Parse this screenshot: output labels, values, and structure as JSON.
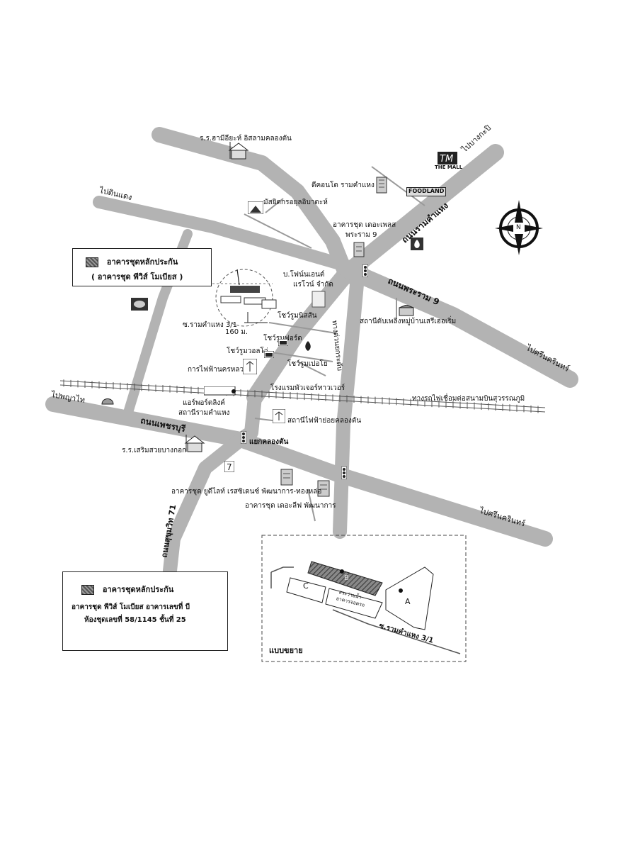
{
  "roads": {
    "ramkhamhaeng": "ถนนรามคำแหง",
    "rama9": "ถนนพระราม 9",
    "phetchaburi": "ถนนเพชรบุรี",
    "sukhumvit71": "ถนนสุขุมวิท 71",
    "motorway": "ทางด่วนยกระดับ",
    "railway": "ทางรถไฟเชื่อมต่อสนามบินสุวรรณภูมิ"
  },
  "directions": {
    "to_bangkapi": "ไปบางกะปิ",
    "to_din_daeng": "ไปดินแดง",
    "to_phayathai": "ไปพญาไท",
    "to_srinakarin_1": "ไปศรีนครินทร์",
    "to_srinakarin_2": "ไปศรีนครินทร์"
  },
  "places": {
    "school_islam": "ร.ร.ฮามีอียะห์ อิสลามคลองตัน",
    "mosque": "มัสยิดกรอยุลอิบาดะห์",
    "condo_rk9": "ดีคอนโด รามคำแหง 9",
    "the_mall": "THE MALL",
    "foodland": "FOODLAND",
    "condo_the_place": "อาคารชุด เดอะเพลส",
    "condo_the_place_2": "พระราม 9",
    "bphone": "บ.โฟน์นเอนต์",
    "bphone_2": "แรโวน์ จำกัด",
    "showroom_nissan": "โชว์รูมนิสสัน",
    "fire_station": "สถานีดับเพลิงหมู่บ้านเสรีเฮอเริ่ม",
    "soi_ramkhamhaeng_31": "ซ.รามคำแหง 3/1",
    "distance": "160 ม.",
    "showroom_ford": "โชว์รูมฟอร์ด",
    "showroom_volvo": "โชว์รูมวอลโว่",
    "showroom_toyota": "โชว์รูมเปอโย",
    "mea": "การไฟฟ้านครหลวง",
    "hotel": "โรงแรมพัวเจอร์ทาวเวอร์",
    "airport_link": "แอร์พอร์ตลิงค์",
    "airport_link_2": "สถานีรามคำแหง",
    "substation": "สถานีไฟฟ้าย่อยคลองตัน",
    "klongton_jct": "แยกคลองตัน",
    "school_bangkok": "ร.ร.เสริมสวยบางกอก",
    "condo_u_delight": "อาคารชุด ยูดีไลท์ เรสซิเดนซ์ พัฒนาการ-ทองหล่อ",
    "condo_the_life": "อาคารชุด เดอะลีฟ พัฒนาการ"
  },
  "legend_top": {
    "title": "อาคารชุดหลักประกัน",
    "subtitle": "( อาคารชุด พีวิส์ โมเบียส )"
  },
  "legend_bottom": {
    "title": "อาคารชุดหลักประกัน",
    "line1": "อาคารชุด พีวิส์ โมเบียส  อาคารเลขที่ บี",
    "line2": "ห้องชุดเลขที่  58/1145  ชั้นที่  25"
  },
  "inset": {
    "title": "แบบขยาย",
    "bldg_a": "A",
    "bldg_b": "B",
    "bldg_c": "C",
    "pool": "สระว่ายน้ำ",
    "pool_2": "อาคารจอดรถ",
    "soi": "ซ.รามคำแหง 3/1"
  },
  "compass": {
    "north": "N"
  },
  "colors": {
    "road": "#b3b3b3",
    "road_edge": "#8a8a8a",
    "building": "#555555"
  },
  "icons": [
    "school-icon",
    "mosque-icon",
    "condo-icon",
    "traffic-light-icon",
    "gas-station-icon",
    "seven-eleven-icon",
    "power-icon",
    "shell-icon",
    "compass-icon"
  ]
}
